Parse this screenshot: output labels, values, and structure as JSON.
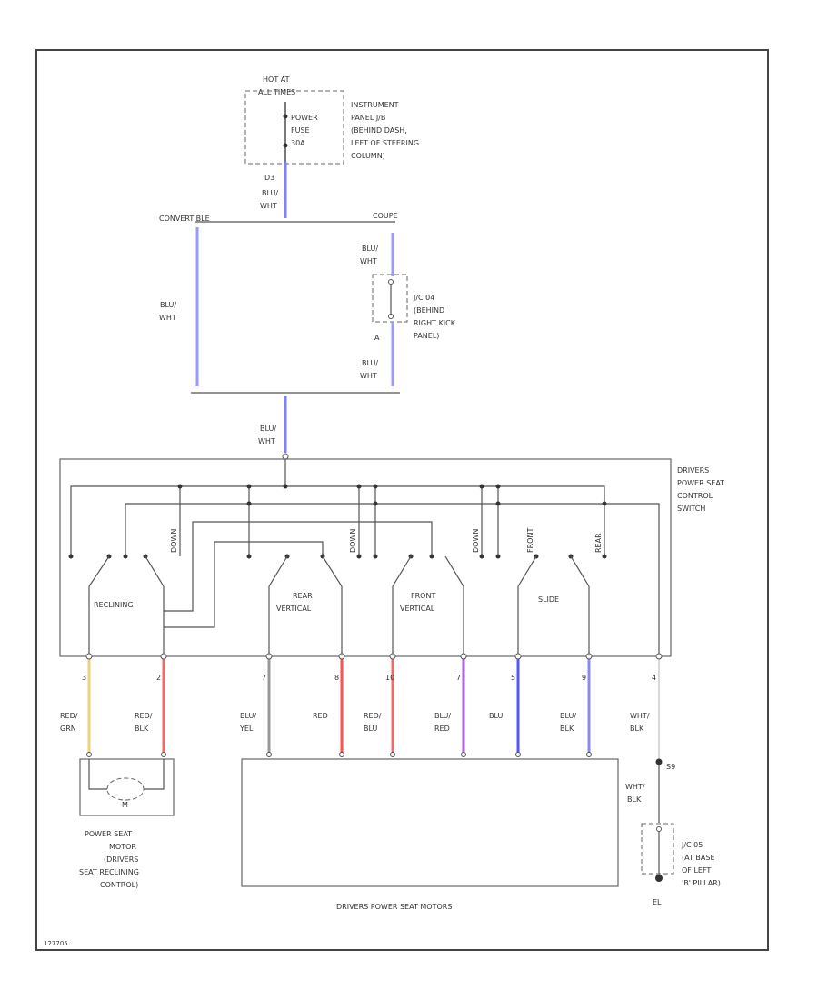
{
  "fuse": {
    "hot_at": [
      "HOT AT",
      "ALL TIMES"
    ],
    "name": [
      "POWER",
      "FUSE",
      "30A"
    ],
    "location": [
      "INSTRUMENT",
      "PANEL J/B",
      "(BEHIND DASH,",
      "LEFT OF STEERING",
      "COLUMN)"
    ],
    "pin": "D3"
  },
  "branches": {
    "left": "CONVERTIBLE",
    "right": "COUPE"
  },
  "junction_c4": {
    "name": [
      "J/C 04",
      "(BEHIND",
      "RIGHT KICK",
      "PANEL)"
    ],
    "pin": "A"
  },
  "switch": {
    "name": [
      "DRIVERS",
      "POWER SEAT",
      "CONTROL",
      "SWITCH"
    ],
    "sections": [
      "RECLINING",
      "REAR",
      "VERTICAL",
      "FRONT",
      "VERTICAL",
      "SLIDE"
    ],
    "contact_labels": [
      "DOWN",
      "DOWN",
      "DOWN",
      "FRONT",
      "REAR"
    ]
  },
  "wires": [
    {
      "pin": "3",
      "color": [
        "RED/",
        "GRN"
      ],
      "hex": "#e9d27a"
    },
    {
      "pin": "2",
      "color": [
        "RED/",
        "BLK"
      ],
      "hex": "#f06a6a"
    },
    {
      "pin": "7",
      "color": [
        "BLU/",
        "YEL"
      ],
      "hex": "#999999"
    },
    {
      "pin": "8",
      "color": [
        "RED"
      ],
      "hex": "#ff5050"
    },
    {
      "pin": "10",
      "color": [
        "RED/",
        "BLU"
      ],
      "hex": "#f06a6a"
    },
    {
      "pin": "7",
      "color": [
        "BLU/",
        "RED"
      ],
      "hex": "#b060e0"
    },
    {
      "pin": "5",
      "color": [
        "BLU"
      ],
      "hex": "#5555ff"
    },
    {
      "pin": "9",
      "color": [
        "BLU/",
        "BLK"
      ],
      "hex": "#8a8af0"
    },
    {
      "pin": "4",
      "color": [
        "WHT/",
        "BLK"
      ],
      "hex": "#cccccc"
    }
  ],
  "feed_wire": {
    "color": [
      "BLU/",
      "WHT"
    ],
    "hex": "#8080ff"
  },
  "motor": {
    "name": [
      "POWER SEAT",
      "MOTOR",
      "(DRIVERS",
      "SEAT RECLINING",
      "CONTROL)"
    ],
    "label": "M"
  },
  "seat_motors": {
    "name": "DRIVERS POWER SEAT MOTORS"
  },
  "ground": {
    "splice": "S9",
    "wire": [
      "WHT/",
      "BLK"
    ],
    "jc": [
      "J/C 05",
      "(AT BASE",
      "OF LEFT",
      "'B' PILLAR)"
    ],
    "ground_id": "EL"
  },
  "footer_code": "127705"
}
